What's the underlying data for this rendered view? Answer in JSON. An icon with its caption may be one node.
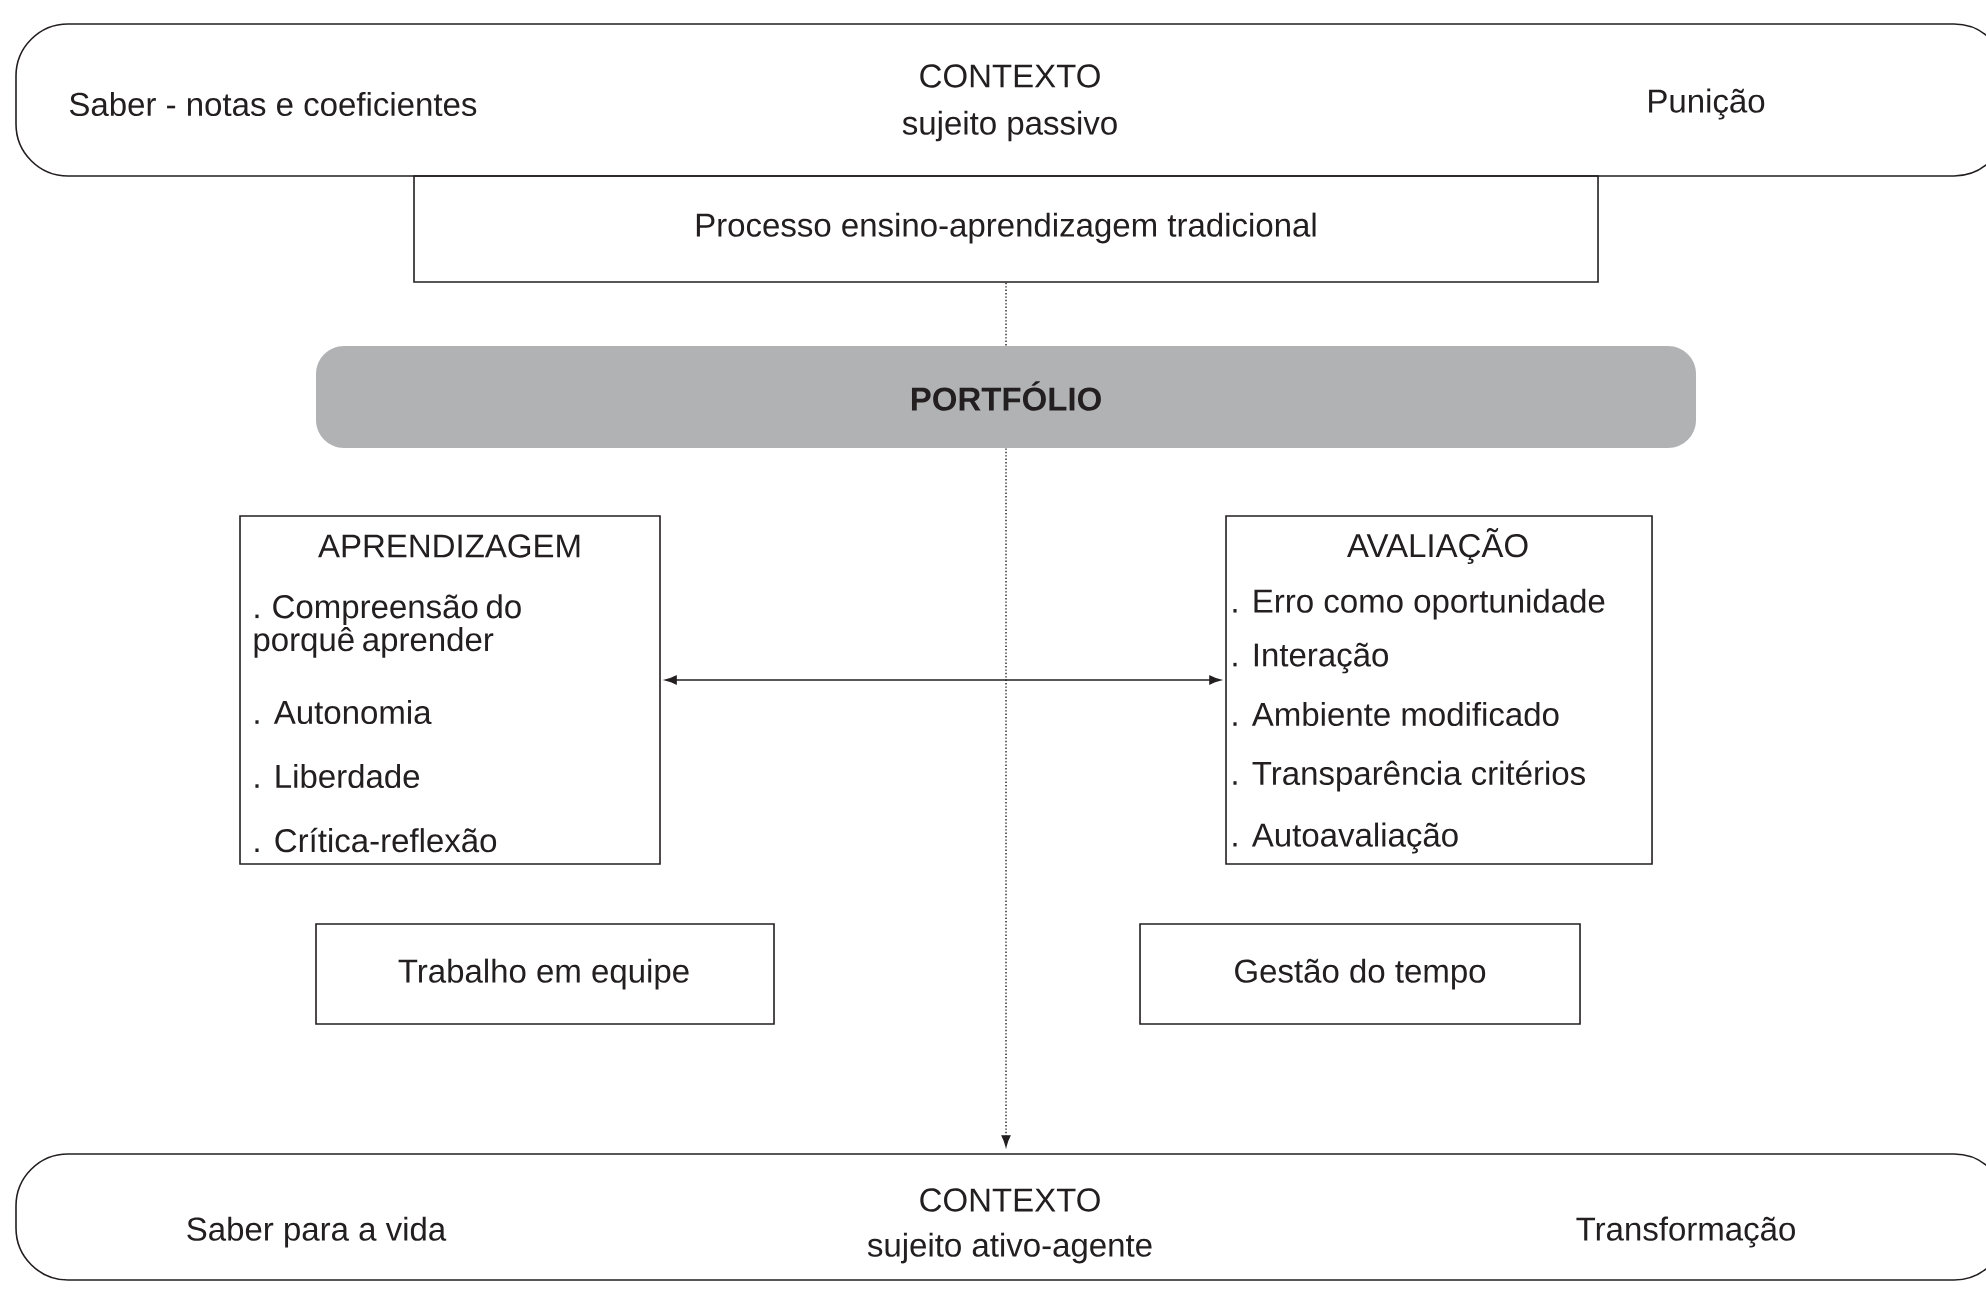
{
  "diagram": {
    "nodes": [
      {
        "text": [
          "Saber - notas e coeficientes",
          "CONTEXTO",
          "sujeito passivo",
          "Punição"
        ]
      },
      {
        "text": [
          "Processo ensino-aprendizagem tradicional"
        ]
      },
      {
        "text": [
          "PORTFÓLIO"
        ]
      },
      {
        "text": [
          "APRENDIZAGEM",
          ". Compreensão do porquê aprender",
          ". Autonomia",
          ". Liberdade",
          ". Crítica-reflexão"
        ]
      },
      {
        "text": [
          "AVALIAÇÃO",
          ". Erro como oportunidade",
          ". Interação",
          ". Ambiente modificado",
          ". Transparência critérios",
          ". Autoavaliação"
        ]
      },
      {
        "text": [
          "Trabalho em equipe"
        ]
      },
      {
        "text": [
          "Gestão do tempo"
        ]
      },
      {
        "text": [
          "Saber para a vida",
          "CONTEXTO",
          "sujeito ativo-agente",
          "Transformação"
        ]
      }
    ],
    "edges": [
      {
        "from": 1,
        "to": 2,
        "arrow": "none",
        "style": "dashed"
      },
      {
        "from": 2,
        "to": 7,
        "arrow": "to",
        "style": "dashed"
      },
      {
        "from": 3,
        "to": 4,
        "arrow": "both"
      }
    ]
  }
}
